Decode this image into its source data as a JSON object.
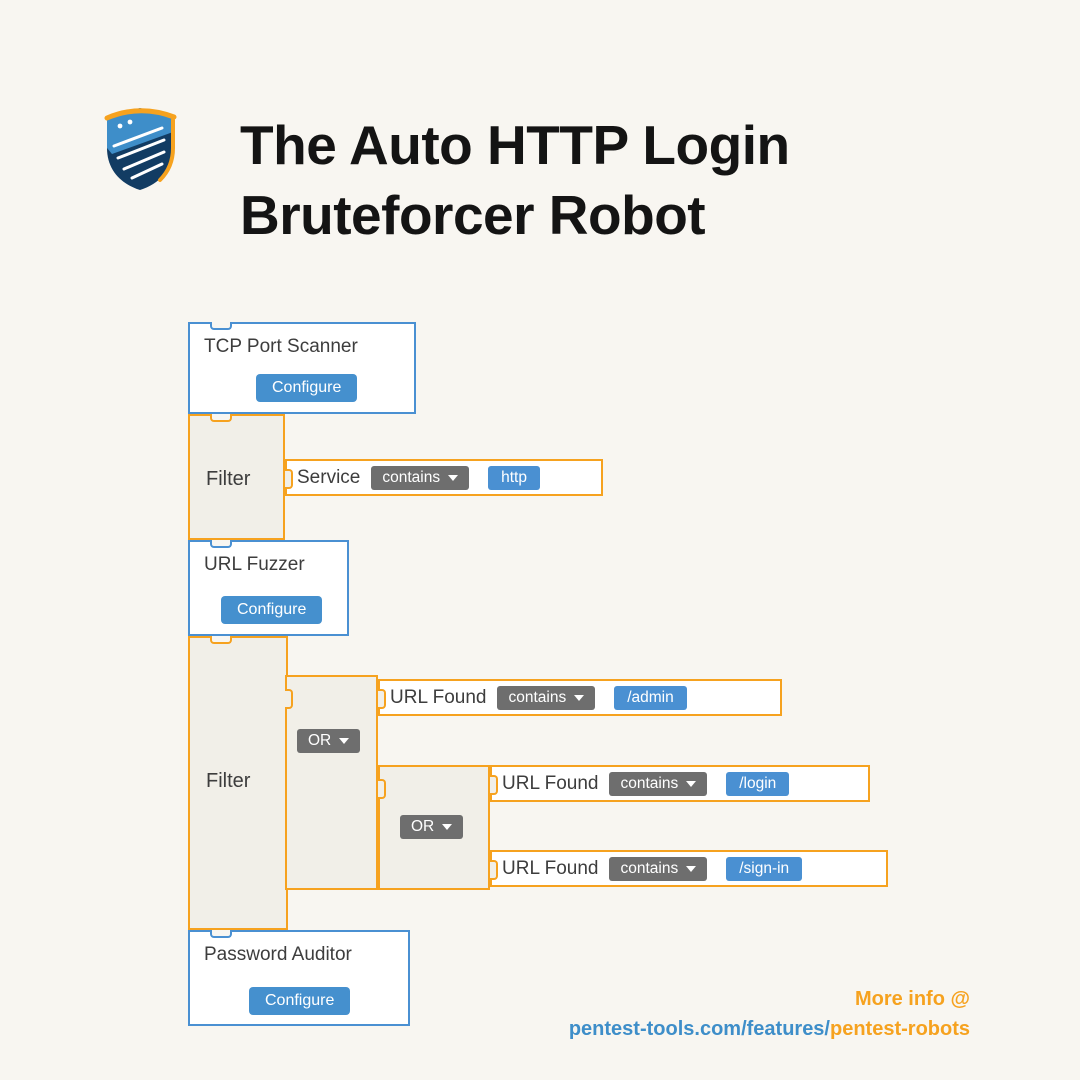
{
  "title": {
    "line1": "The Auto HTTP Login",
    "line2": "Bruteforcer Robot"
  },
  "canvas": {
    "tcp_scanner": {
      "title": "TCP Port Scanner",
      "configure": "Configure"
    },
    "filter_service": {
      "label": "Filter",
      "field": "Service",
      "operator": "contains",
      "value": "http"
    },
    "url_fuzzer": {
      "title": "URL Fuzzer",
      "configure": "Configure"
    },
    "filter_url": {
      "label": "Filter",
      "or_outer": "OR",
      "cond_admin": {
        "field": "URL Found",
        "operator": "contains",
        "value": "/admin"
      },
      "or_inner": "OR",
      "cond_login": {
        "field": "URL Found",
        "operator": "contains",
        "value": "/login"
      },
      "cond_signin": {
        "field": "URL Found",
        "operator": "contains",
        "value": "/sign-in"
      }
    },
    "password_auditor": {
      "title": "Password Auditor",
      "configure": "Configure"
    }
  },
  "footer": {
    "more_info": "More info @",
    "url_main": "pentest-tools.com/features/",
    "url_highlight": "pentest-robots"
  },
  "colors": {
    "page_bg": "#f8f6f1",
    "block_blue": "#4a90d2",
    "block_orange": "#f6a21f",
    "dropdown_gray": "#6e6e6e",
    "chip_blue": "#4a90d2",
    "button_blue": "#4590ce",
    "footer_orange": "#f6a21f",
    "footer_blue": "#3e8ec9"
  }
}
